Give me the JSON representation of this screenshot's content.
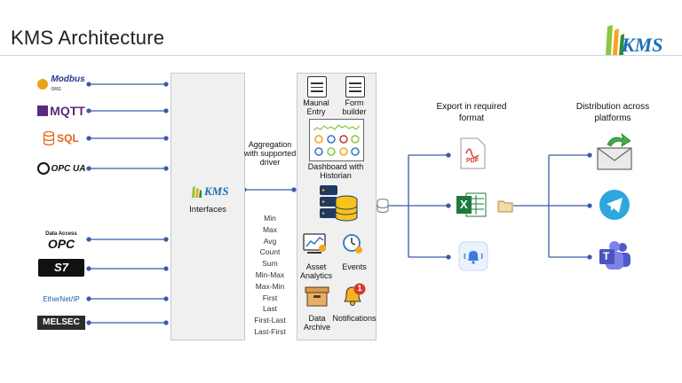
{
  "header": {
    "title": "KMS Architecture",
    "logo_text": "KMS"
  },
  "sources": {
    "modbus": "Modbus",
    "modbus_sub": "ORG",
    "mqtt": "MQTT",
    "sql": "SQL",
    "opcua": "OPC UA",
    "opc_da_top": "Data Access",
    "opc_da": "OPC",
    "siemens": "S7",
    "ethernetip": "EtherNet/IP",
    "melsec": "MELSEC"
  },
  "interfaces": {
    "logo_text": "KMS",
    "label": "Interfaces"
  },
  "aggregation": {
    "heading": "Aggregation with supported driver",
    "items": [
      "Min",
      "Max",
      "Avg",
      "Count",
      "Sum",
      "Min-Max",
      "Max-Min",
      "First",
      "Last",
      "First-Last",
      "Last-First"
    ]
  },
  "modules": {
    "manual_entry": "Maunal Entry",
    "form_builder": "Form builder",
    "dashboard": "Dashboard with Historian",
    "asset_analytics": "Asset Analytics",
    "events": "Events",
    "data_archive": "Data Archive",
    "notifications": "Notifications",
    "notification_count": "1"
  },
  "export": {
    "heading": "Export in required format",
    "pdf": "PDF",
    "excel": "X"
  },
  "distribution": {
    "heading": "Distribution across platforms",
    "teams": "T"
  },
  "colors": {
    "line": "#3b5ba8",
    "accent_green": "#8dc63f",
    "kms_blue": "#1b6fb3"
  }
}
